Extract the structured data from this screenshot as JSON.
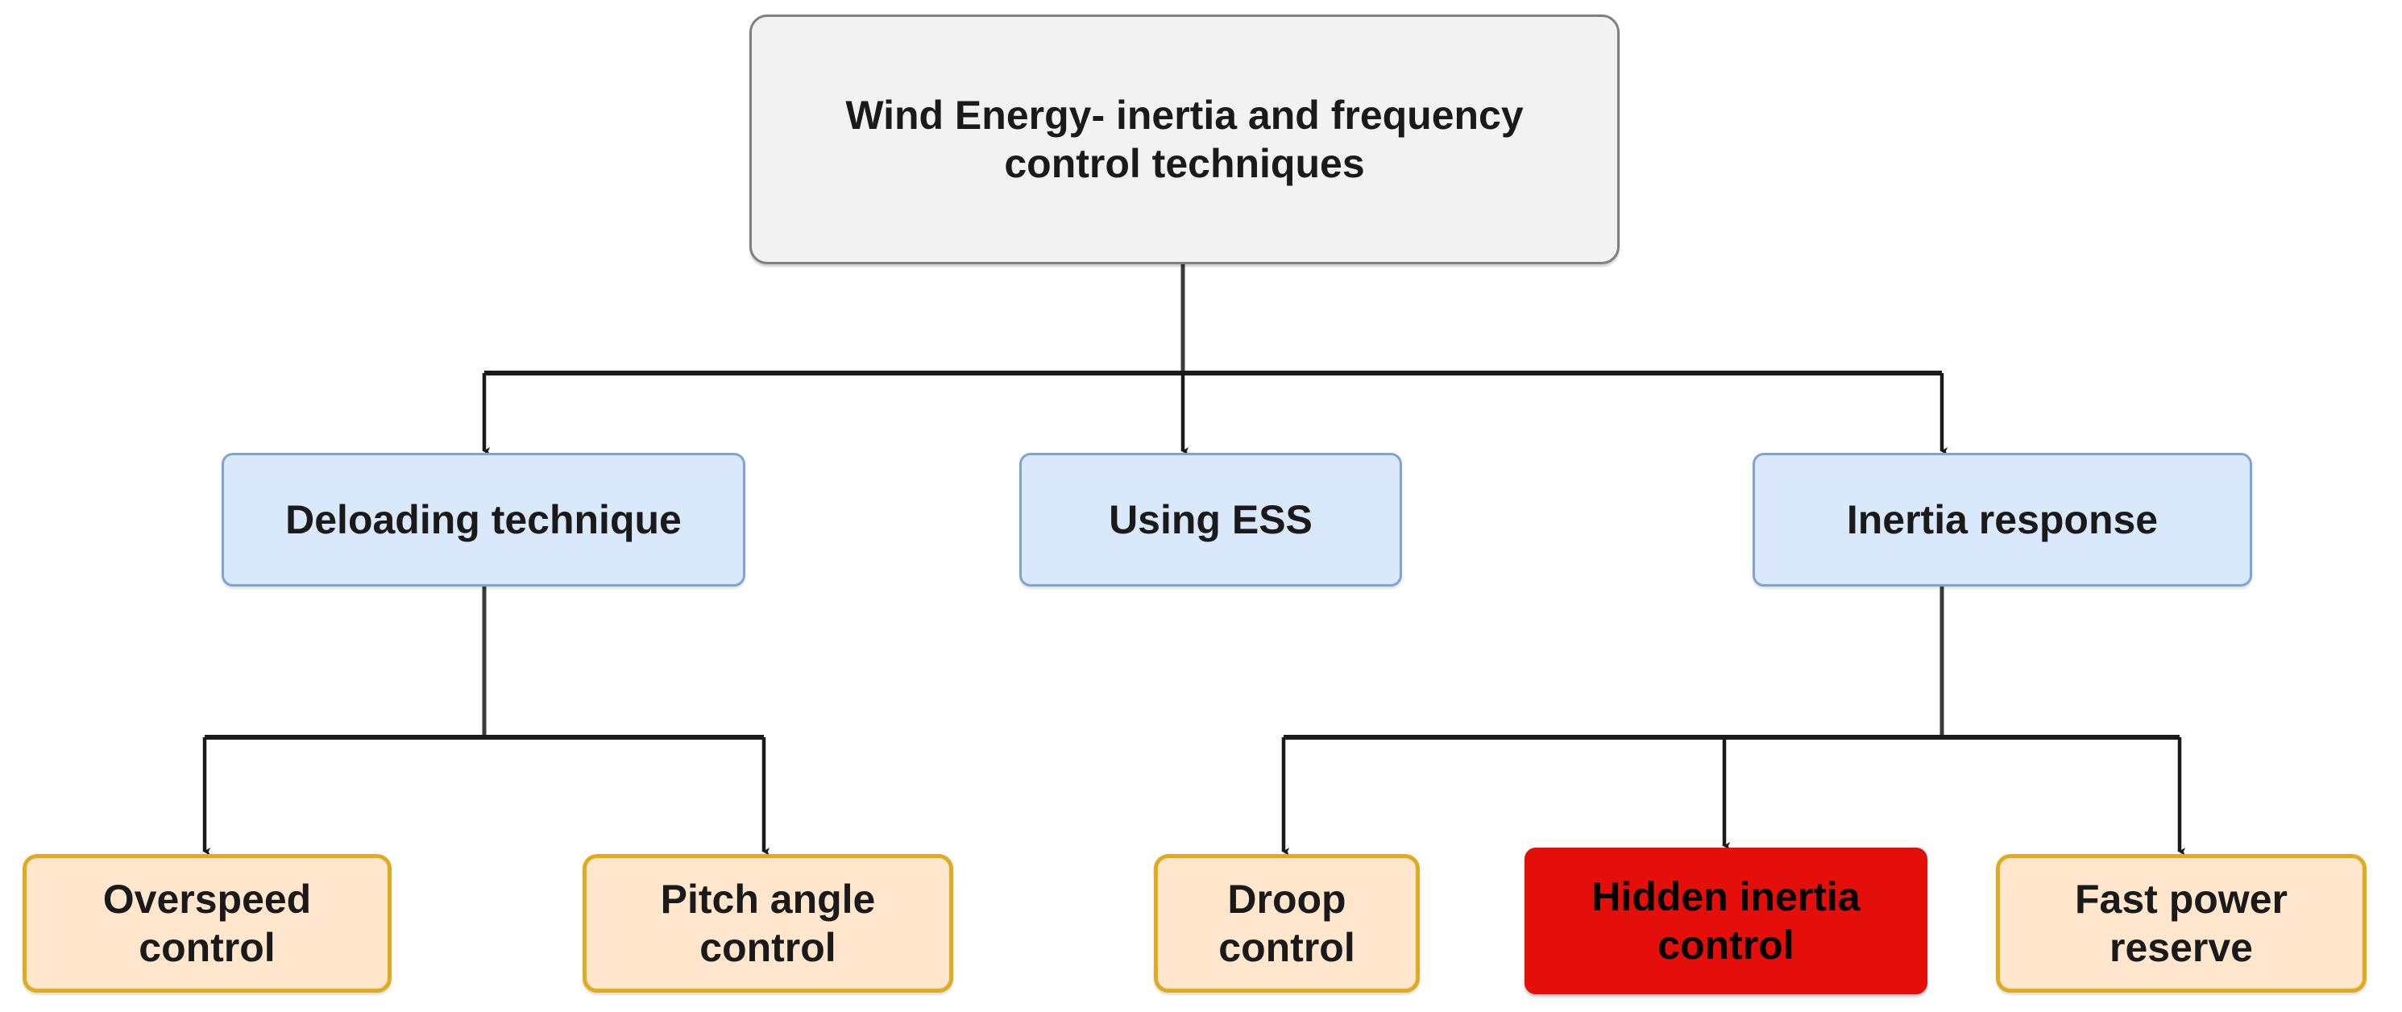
{
  "diagram": {
    "type": "flowchart-tree",
    "orientation": "top-down",
    "root": {
      "id": "root",
      "label": "Wind Energy- inertia and frequency\ncontrol techniques",
      "fill": "#f2f2f2",
      "stroke": "#808080"
    },
    "level2": [
      {
        "id": "deloading",
        "label": "Deloading technique",
        "fill": "#dae8fc",
        "stroke": "#7fa4d4"
      },
      {
        "id": "ess",
        "label": "Using ESS",
        "fill": "#dae8fc",
        "stroke": "#7fa4d4"
      },
      {
        "id": "inertia",
        "label": "Inertia response",
        "fill": "#dae8fc",
        "stroke": "#7fa4d4"
      }
    ],
    "leaves": [
      {
        "id": "overspeed",
        "parent": "deloading",
        "label": "Overspeed\ncontrol",
        "fill": "#ffe6cc",
        "stroke": "#e0aa21",
        "highlighted": false
      },
      {
        "id": "pitch-angle",
        "parent": "deloading",
        "label": "Pitch angle\ncontrol",
        "fill": "#ffe6cc",
        "stroke": "#e0aa21",
        "highlighted": false
      },
      {
        "id": "droop",
        "parent": "inertia",
        "label": "Droop\ncontrol",
        "fill": "#ffe6cc",
        "stroke": "#e0aa21",
        "highlighted": false
      },
      {
        "id": "hidden-inertia",
        "parent": "inertia",
        "label": "Hidden inertia\ncontrol",
        "fill": "#e40f0a",
        "stroke": "#e40f0a",
        "highlighted": true
      },
      {
        "id": "fast-power-reserve",
        "parent": "inertia",
        "label": "Fast power\nreserve",
        "fill": "#ffe6cc",
        "stroke": "#e0aa21",
        "highlighted": false
      }
    ],
    "connector_color": "#1a1a1a"
  }
}
